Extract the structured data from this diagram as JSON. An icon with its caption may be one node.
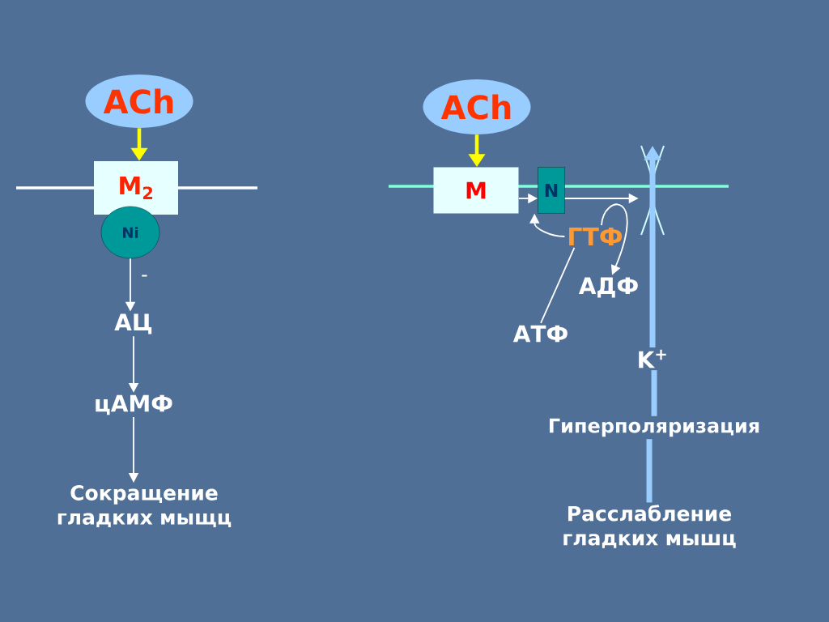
{
  "diagram": {
    "nodes": [
      {
        "text": [
          "ACh"
        ]
      },
      {
        "text": [
          "M$_{2}$"
        ]
      },
      {
        "text": [
          "Ni"
        ]
      },
      {
        "text": [
          "АЦ"
        ]
      },
      {
        "text": [
          "цАМФ"
        ]
      },
      {
        "text": [
          "Сокращение гладких мыщц"
        ]
      },
      {
        "text": [
          "ACh"
        ]
      },
      {
        "text": [
          "M"
        ]
      },
      {
        "text": [
          "N"
        ]
      },
      {
        "text": [],
        "shape": "picture"
      },
      {
        "text": [
          "ГТФ"
        ]
      },
      {
        "text": [
          "АДФ"
        ]
      },
      {
        "text": [
          "АТФ"
        ]
      },
      {
        "text": [
          "K$^{+}$"
        ]
      },
      {
        "text": [
          "Гиперполяризация"
        ]
      },
      {
        "text": [
          "Расслабление гладких мышц"
        ]
      }
    ],
    "edges": [
      {
        "from": 0,
        "to": 1,
        "arrow": "to",
        "style": "thick",
        "color": "#ffff00"
      },
      {
        "from": 2,
        "to": 3,
        "arrow": "to",
        "label": "–"
      },
      {
        "from": 3,
        "to": 4,
        "arrow": "to"
      },
      {
        "from": 4,
        "to": 5,
        "arrow": "to"
      },
      {
        "from": 6,
        "to": 7,
        "arrow": "to",
        "style": "thick",
        "color": "#ffff00"
      },
      {
        "from": 7,
        "to": 8,
        "arrow": "to"
      },
      {
        "from": 8,
        "to": 9,
        "arrow": "to"
      },
      {
        "from": 10,
        "to": 8,
        "arrow": "to"
      },
      {
        "from": 12,
        "to": 10,
        "arrow": "none"
      },
      {
        "from": 10,
        "to": 11,
        "arrow": "to"
      },
      {
        "from": 15,
        "to": 14,
        "arrow": "none",
        "style": "thick",
        "color": "#99ccff"
      },
      {
        "from": 14,
        "to": 13,
        "arrow": "none",
        "style": "thick",
        "color": "#99ccff"
      },
      {
        "from": 13,
        "to": 9,
        "arrow": "to",
        "style": "thick",
        "color": "#99ccff"
      }
    ]
  }
}
